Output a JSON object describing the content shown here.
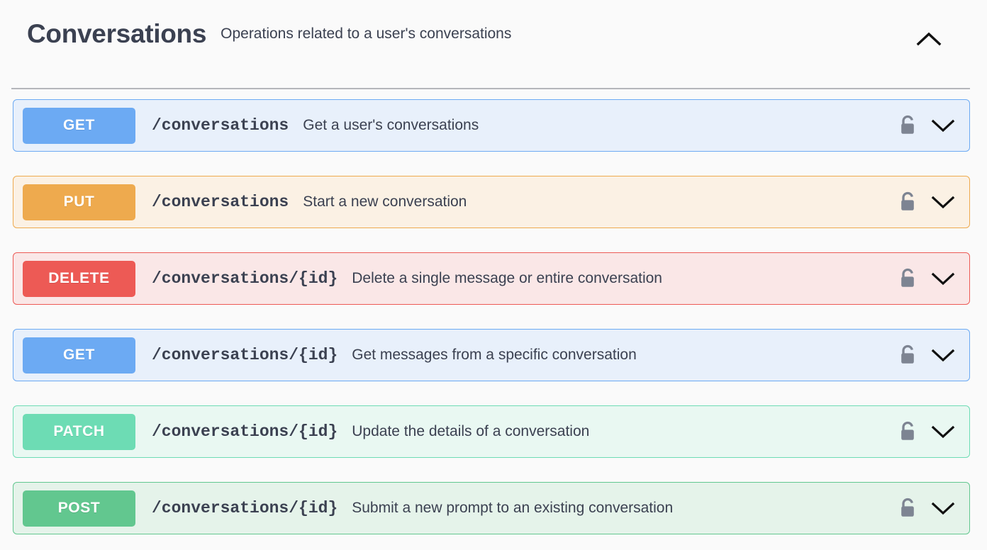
{
  "header": {
    "title": "Conversations",
    "description": "Operations related to a user's conversations",
    "collapse_icon": "chevron-up-icon"
  },
  "colors": {
    "page_background": "#fafafa",
    "text": "#3b4151",
    "divider": "#b4b6bb",
    "lock": "#7d8492",
    "chevron": "#1a1a1a",
    "get_badge": "#6caaf3",
    "get_row_bg": "#e8f0fb",
    "get_row_border": "#6caaf3",
    "put_badge": "#eeaa4e",
    "put_row_bg": "#fbf1e4",
    "put_row_border": "#eeaa4e",
    "delete_badge": "#ed5a55",
    "delete_row_bg": "#fae7e7",
    "delete_row_border": "#ed5a55",
    "patch_badge": "#6ddcb4",
    "patch_row_bg": "#e9f8f2",
    "patch_row_border": "#6ddcb4",
    "post_badge": "#62c78f",
    "post_row_bg": "#e5f3ea",
    "post_row_border": "#62c78f"
  },
  "operations": [
    {
      "method": "GET",
      "path": "/conversations",
      "summary": "Get a user's conversations",
      "badge_color": "#6caaf3",
      "row_bg": "#e8f0fb",
      "row_border": "#6caaf3",
      "lock_icon": "unlocked-padlock-icon",
      "expand_icon": "chevron-down-icon"
    },
    {
      "method": "PUT",
      "path": "/conversations",
      "summary": "Start a new conversation",
      "badge_color": "#eeaa4e",
      "row_bg": "#fbf1e4",
      "row_border": "#eeaa4e",
      "lock_icon": "unlocked-padlock-icon",
      "expand_icon": "chevron-down-icon"
    },
    {
      "method": "DELETE",
      "path": "/conversations/{id}",
      "summary": "Delete a single message or entire conversation",
      "badge_color": "#ed5a55",
      "row_bg": "#fae7e7",
      "row_border": "#ed5a55",
      "lock_icon": "unlocked-padlock-icon",
      "expand_icon": "chevron-down-icon"
    },
    {
      "method": "GET",
      "path": "/conversations/{id}",
      "summary": "Get messages from a specific conversation",
      "badge_color": "#6caaf3",
      "row_bg": "#e8f0fb",
      "row_border": "#6caaf3",
      "lock_icon": "unlocked-padlock-icon",
      "expand_icon": "chevron-down-icon"
    },
    {
      "method": "PATCH",
      "path": "/conversations/{id}",
      "summary": "Update the details of a conversation",
      "badge_color": "#6ddcb4",
      "row_bg": "#e9f8f2",
      "row_border": "#6ddcb4",
      "lock_icon": "unlocked-padlock-icon",
      "expand_icon": "chevron-down-icon"
    },
    {
      "method": "POST",
      "path": "/conversations/{id}",
      "summary": "Submit a new prompt to an existing conversation",
      "badge_color": "#62c78f",
      "row_bg": "#e5f3ea",
      "row_border": "#62c78f",
      "lock_icon": "unlocked-padlock-icon",
      "expand_icon": "chevron-down-icon"
    }
  ]
}
